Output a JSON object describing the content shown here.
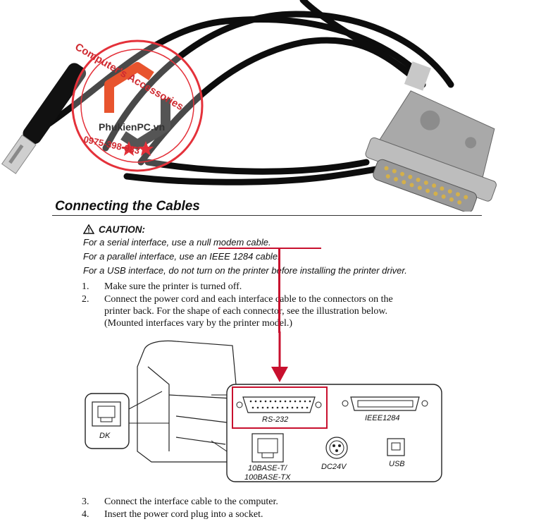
{
  "heading": "Connecting the Cables",
  "caution": {
    "title": "CAUTION:",
    "lines": [
      "For a serial interface, use a null modem cable.",
      "For a parallel interface, use an IEEE 1284 cable.",
      "For a USB interface, do not turn on the printer before installing the printer driver."
    ]
  },
  "steps": [
    {
      "num": "1.",
      "text": "Make sure the printer is turned off."
    },
    {
      "num": "2.",
      "text": "Connect the power cord and each interface cable to the connectors on the"
    },
    {
      "num": "",
      "text": "printer back. For the shape of each connector, see the illustration below."
    },
    {
      "num": "",
      "text": "(Mounted interfaces vary by the printer model.)"
    },
    {
      "num": "3.",
      "text": "Connect the interface cable to the computer."
    },
    {
      "num": "4.",
      "text": "Insert the power cord plug into a socket."
    }
  ],
  "diagram_labels": {
    "dk": "DK",
    "rs232": "RS-232",
    "ieee1284": "IEEE1284",
    "ethernet": "10BASE-T/",
    "ethernet2": "100BASE-TX",
    "dc": "DC24V",
    "usb": "USB"
  },
  "watermark": {
    "arc_text": "Computer's Accessories",
    "brand": "PhukienPC.vn",
    "phone": "0975-398-983"
  },
  "colors": {
    "accent_red": "#c8102e",
    "cable": "#111111",
    "connector": "#b9b9b9"
  }
}
